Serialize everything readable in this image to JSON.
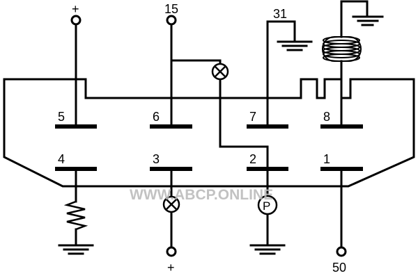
{
  "diagram": {
    "pins": [
      {
        "number": "5"
      },
      {
        "number": "6"
      },
      {
        "number": "7"
      },
      {
        "number": "8"
      },
      {
        "number": "4"
      },
      {
        "number": "3"
      },
      {
        "number": "2"
      },
      {
        "number": "1"
      }
    ],
    "terminals": {
      "top_left": "+",
      "top_15": "15",
      "top_31": "31",
      "bottom_plus": "+",
      "bottom_50": "50"
    },
    "indicator_lamp_p": "P",
    "watermark": "WWW.ABCP.ONLINE",
    "colors": {
      "line": "#000000",
      "background": "#ffffff",
      "watermark": "#b8b8b8"
    }
  }
}
